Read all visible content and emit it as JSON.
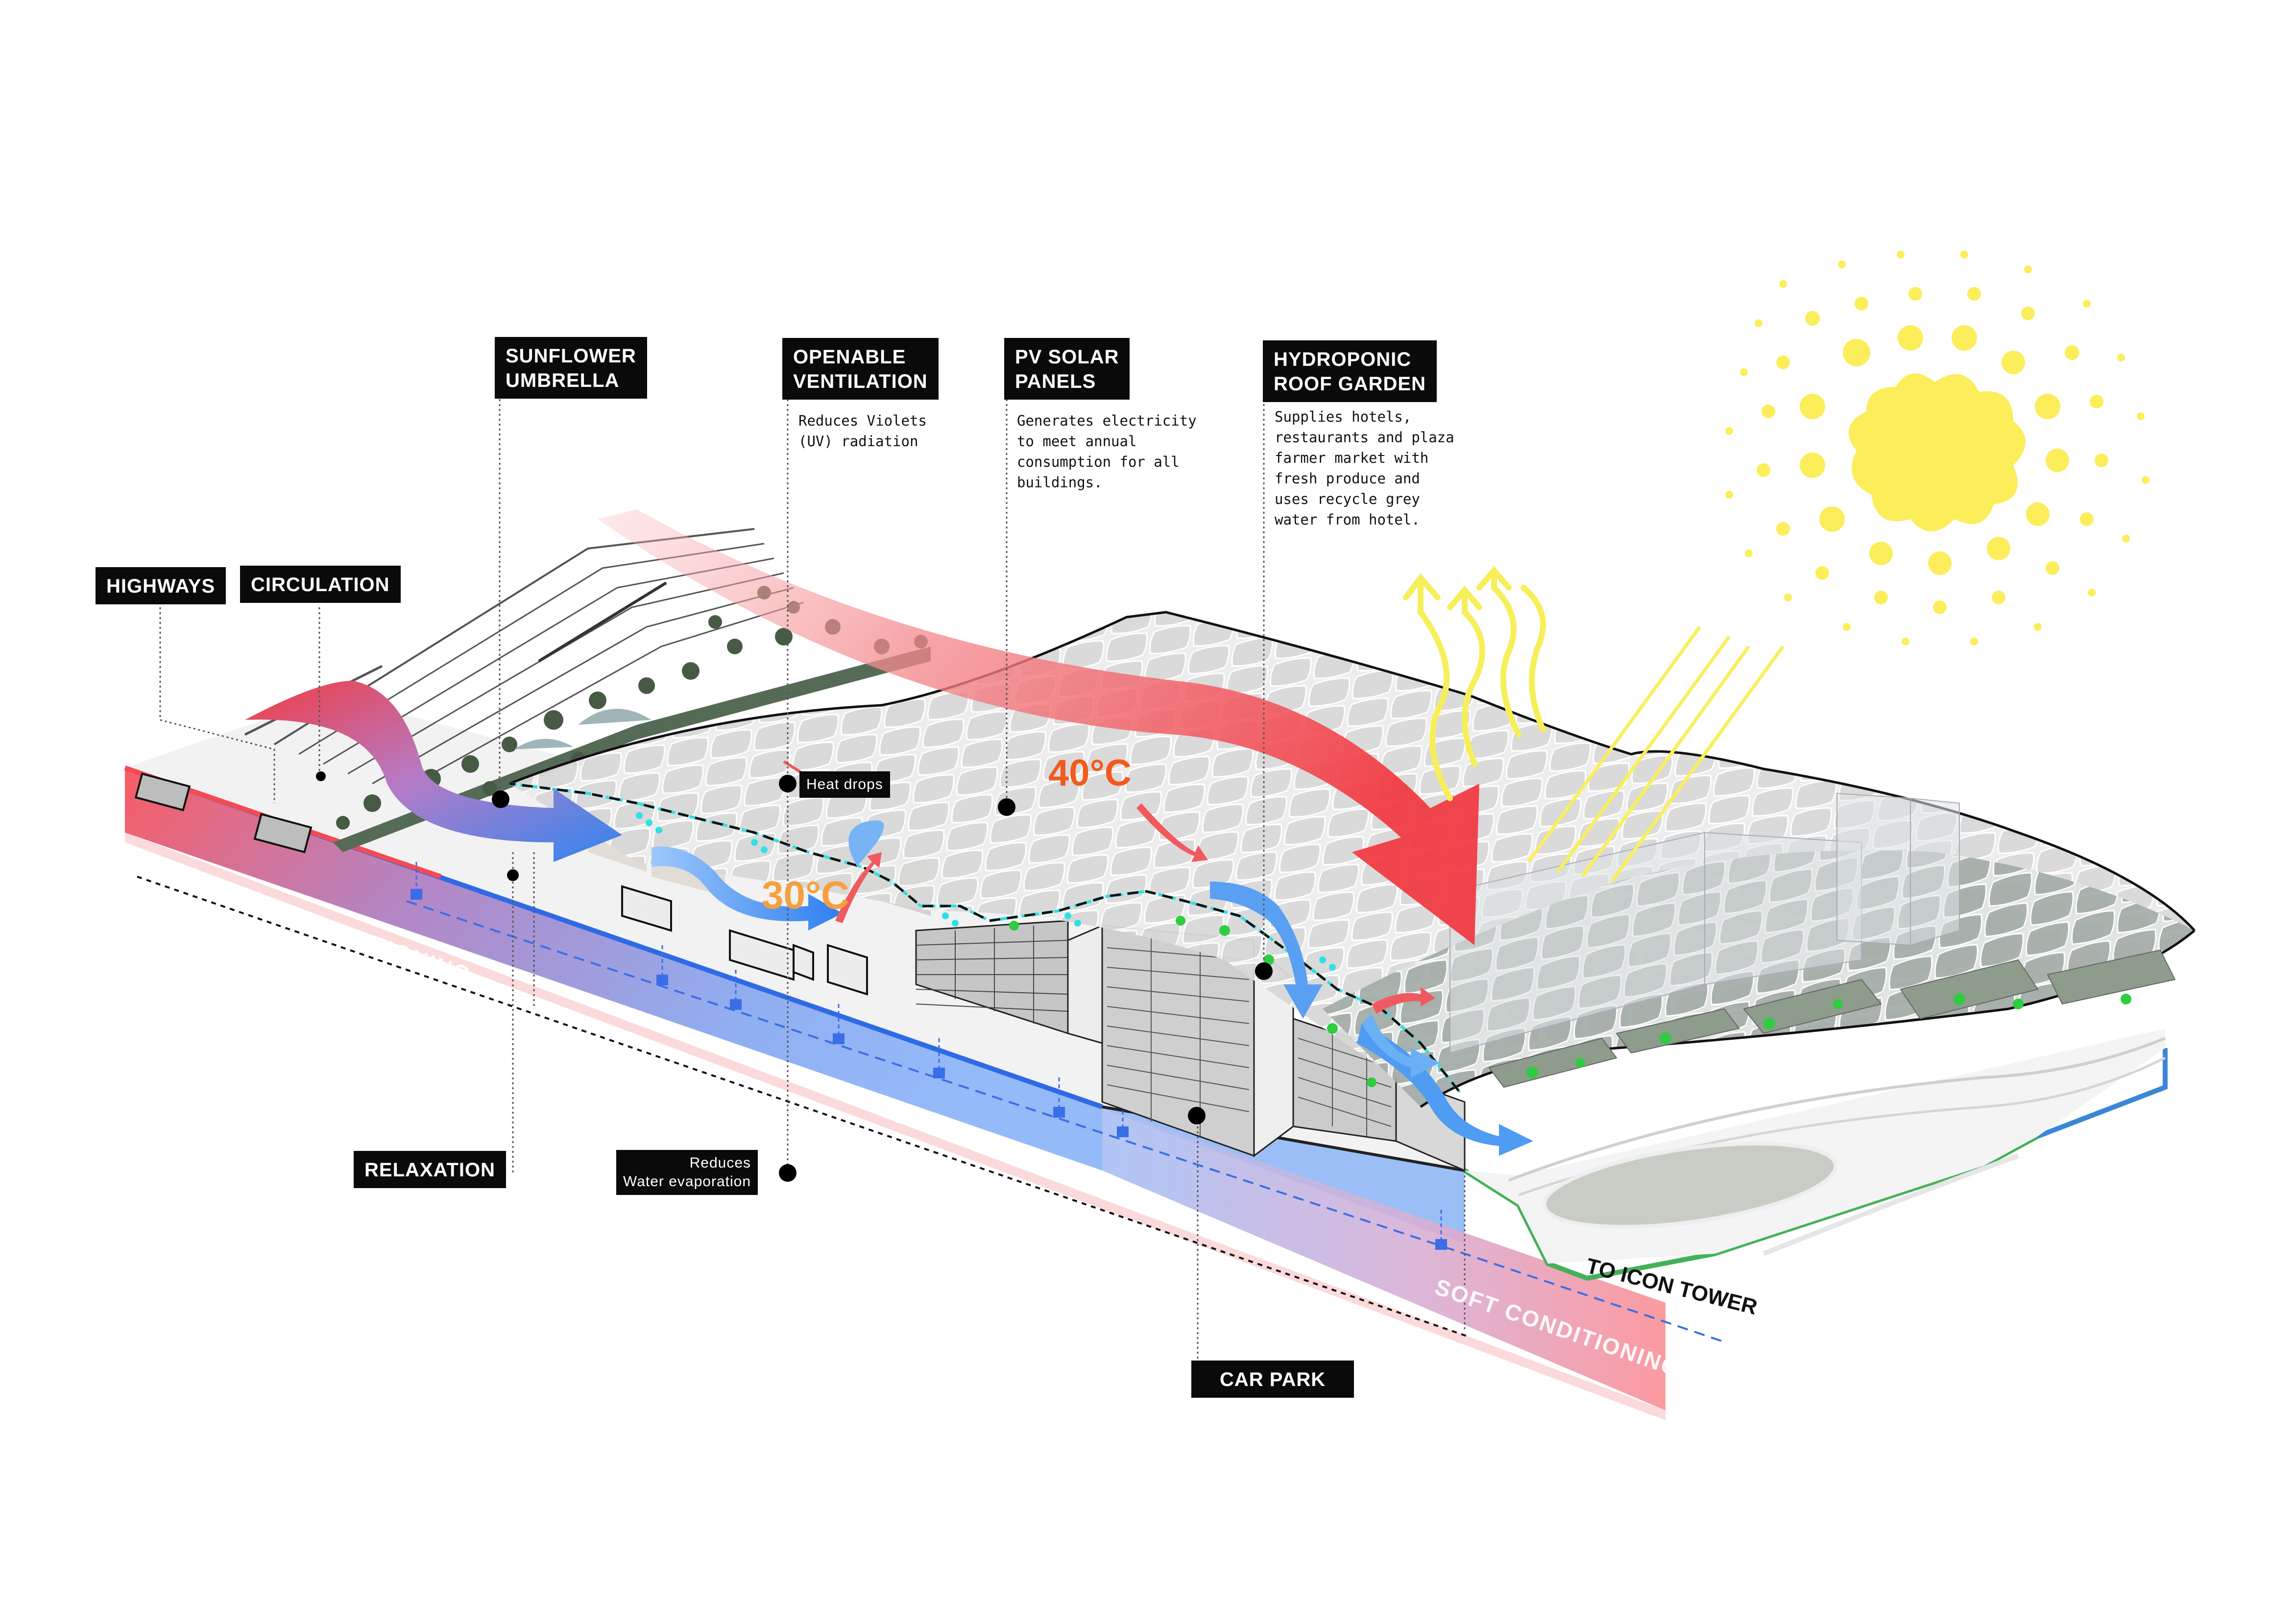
{
  "labels": {
    "highways": "HIGHWAYS",
    "circulation": "CIRCULATION",
    "sunflower_umbrella": "SUNFLOWER\nUMBRELLA",
    "openable_ventilation": "OPENABLE\nVENTILATION",
    "pv_solar_panels": "PV SOLAR\nPANELS",
    "hydroponic_roof_garden": "HYDROPONIC\nROOF GARDEN",
    "relaxation": "RELAXATION",
    "car_park": "CAR PARK",
    "heat_drops": "Heat drops",
    "reduces_water_evaporation": "Reduces\nWater evaporation"
  },
  "descriptions": {
    "openable_ventilation": "Reduces Violets\n(UV) radiation",
    "pv_solar_panels": "Generates electricity\nto meet annual\nconsumption for all\nbuildings.",
    "hydroponic_roof_garden": "Supplies hotels,\nrestaurants and plaza\nfarmer market with\nfresh produce and\nuses recycle grey\nwater from hotel."
  },
  "temperatures": {
    "outside": "40°C",
    "inside": "30°C"
  },
  "zones": {
    "soft_left": "SOFT CONDITIONING",
    "full": "FULL CONDITIONING",
    "soft_right": "SOFT CONDITIONING",
    "to_icon_tower": "TO ICON TOWER"
  },
  "colors": {
    "hot_air": "#f2545b",
    "cool_air": "#2f86f0",
    "sun": "#fcef5a",
    "water_mist": "#2fe0e6",
    "temp_hot": "#f25a1e",
    "temp_warm": "#f5a040",
    "planter_light": "#2ecc40"
  }
}
